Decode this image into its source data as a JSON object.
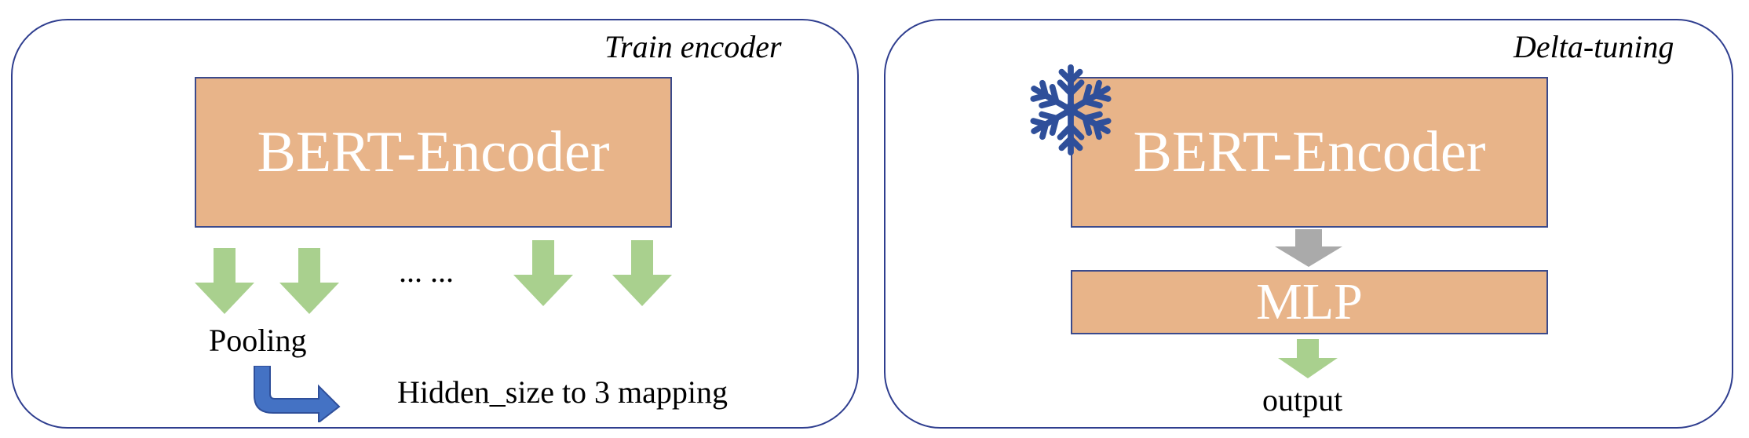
{
  "left_panel": {
    "title": "Train encoder",
    "encoder_label": "BERT-Encoder",
    "ellipsis": "... ...",
    "pooling_label": "Pooling",
    "mapping_label": "Hidden_size to 3 mapping"
  },
  "right_panel": {
    "title": "Delta-tuning",
    "encoder_label": "BERT-Encoder",
    "mlp_label": "MLP",
    "output_label": "output",
    "frozen_icon": "snowflake-icon"
  },
  "colors": {
    "box_fill": "#e8b489",
    "panel_border": "#2f3e8f",
    "down_arrow_green": "#a9d08e",
    "down_arrow_gray": "#aaaaaa",
    "bent_arrow_blue": "#4472c4",
    "snowflake_blue": "#2f4f9a"
  }
}
